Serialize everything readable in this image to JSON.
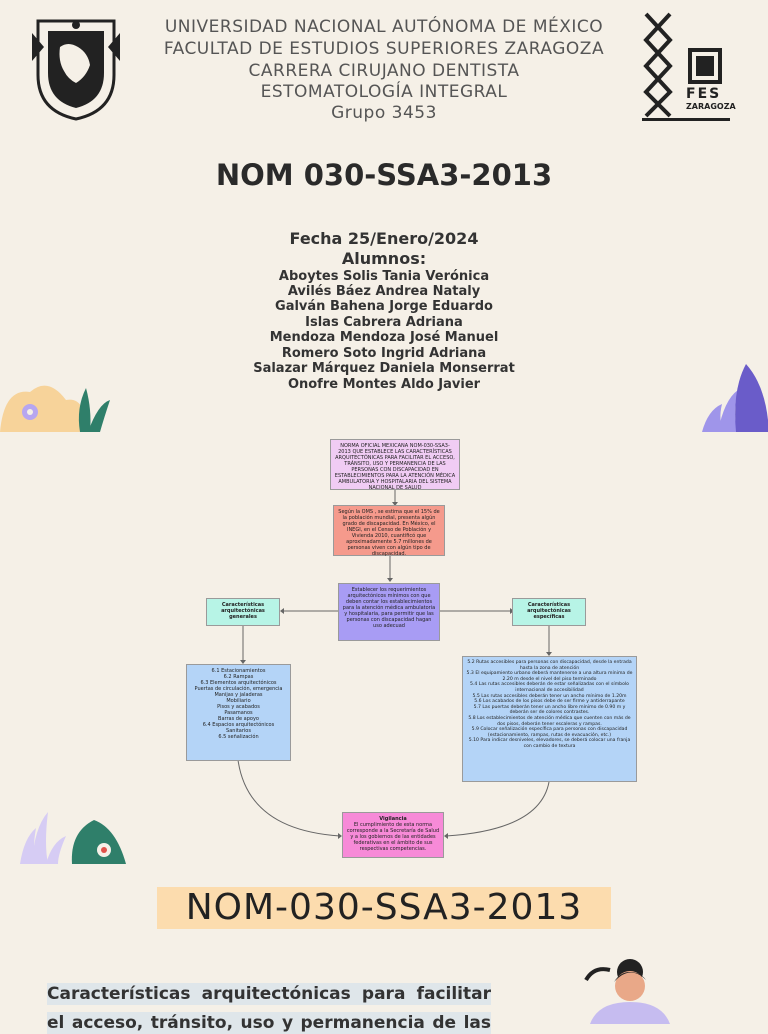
{
  "header": {
    "line1": "UNIVERSIDAD NACIONAL AUTÓNOMA DE MÉXICO",
    "line2": "FACULTAD DE ESTUDIOS SUPERIORES ZARAGOZA",
    "line3": "CARRERA CIRUJANO DENTISTA",
    "line4": "ESTOMATOLOGÍA INTEGRAL",
    "line5": "Grupo 3453",
    "fes_label": "FES",
    "zaragoza_label": "ZARAGOZA"
  },
  "title": "NOM 030-SSA3-2013",
  "fecha": "Fecha 25/Enero/2024",
  "alumnos_label": "Alumnos:",
  "students": [
    "Aboytes Solis Tania Verónica",
    "Avilés Báez Andrea Nataly",
    "Galván Bahena Jorge Eduardo",
    "Islas Cabrera Adriana",
    "Mendoza Mendoza José Manuel",
    "Romero Soto Ingrid Adriana",
    "Salazar Márquez Daniela Monserrat",
    "Onofre Montes Aldo Javier"
  ],
  "diagram": {
    "top": "NORMA OFICIAL MEXICANA NOM-030-SSA3-2013 QUE ESTABLECE LAS CARACTERÍSTICAS ARQUITECTÓNICAS PARA FACILITAR EL ACCESO, TRÁNSITO, USO Y PERMANENCIA DE LAS PERSONAS CON DISCAPACIDAD EN ESTABLECIMIENTOS PARA LA ATENCIÓN MÉDICA AMBULATORIA Y HOSPITALARIA DEL SISTEMA NACIONAL DE SALUD",
    "oms": "Según la OMS , se estima que el 15% de la población mundial, presenta algún grado de discapacidad. En México, el INEGI, en el Censo de Población y Vivienda 2010, cuantificó que aproximadamente 5.7 millones de personas viven con algún tipo de discapacidad.",
    "center": "Establecer los requerimientos arquitectónicos mínimos con que deben contar los establecimientos para la atención médica ambulatoria y hospitalaria, para permitir que las personas con discapacidad hagan uso adecuad",
    "left_title": "Características arquitectónicas generales",
    "right_title": "Características arquitectónicas específicas",
    "left_list": [
      "6.1 Estacionamientos",
      "6.2 Rampas",
      "6.3 Elementos arquitectónicos",
      "Puertas de circulación, emergencia",
      "Manijas y jaladeras",
      "Mobiliario",
      "Pisos y acabados",
      "Pasamanos",
      "Barras de apoyo",
      "6.4 Espacios arquitectónicos",
      "Sanitarios",
      "6.5 señalización"
    ],
    "right_list": [
      "5.2 Rutas accesibles para personas con discapacidad, desde la entrada hasta la zona de atención",
      "5.3 El equipamiento urbano deberá mantenerse a una altura mínima de 2.20 m desde el nivel del piso terminado",
      "5.4 Las rutas accesibles deberán de estar señalizadas con el símbolo internacional de accesibilidad",
      "5.5 Las rutas accesibles deberán tener un ancho mínimo de 1.20m",
      "5.6 Los acabados de los pisos debe de ser firme y antiderrapante",
      "5.7 Las puertas deberán tener un ancho libre mínimo de 0.90 m y deberán ser de colores contrastes.",
      "5.8 Los establecimientos de atención médica que cuenten con más de dos pisos, deberán tener escaleras y rampas.",
      "5.9 Colocar señalización específica para personas con discapacidad (estacionamiento, rampas, rutas de evacuación, etc.)",
      "5.10 Para indicar desniveles, elevadores, se deberá colocar una franja con cambio de textura"
    ],
    "vigilancia_title": "Vigilancia",
    "vigilancia": "El cumplimiento de esta norma corresponde a la Secretaría de Salud y a los gobiernos de las entidades federativas en el ámbito de sus respectivas competencias."
  },
  "banner": "NOM-030-SSA3-2013",
  "paragraph_line1": "Características arquitectónicas para facilitar",
  "paragraph_line2": "el acceso, tránsito, uso y permanencia de las",
  "colors": {
    "background": "#f5f0e7",
    "banner": "#fcdcae",
    "top_box": "#f0ccf4",
    "oms_box": "#f59a8c",
    "center_box": "#a89cf4",
    "side_title_box": "#b7f4e6",
    "list_box": "#b4d4f7",
    "vigilancia_box": "#f78ad8"
  }
}
